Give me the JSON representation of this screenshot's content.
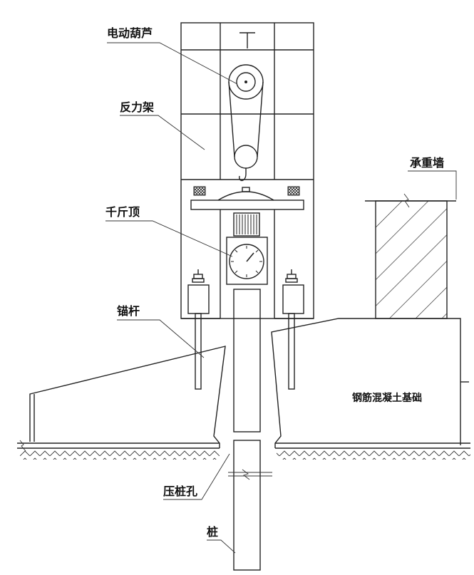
{
  "labels": {
    "hoist": "电动葫芦",
    "reaction_frame": "反力架",
    "jack": "千斤顶",
    "anchor_rod": "锚杆",
    "press_pile_hole": "压桩孔",
    "pile": "桩",
    "bearing_wall": "承重墙",
    "foundation": "钢筋混凝土基础"
  }
}
